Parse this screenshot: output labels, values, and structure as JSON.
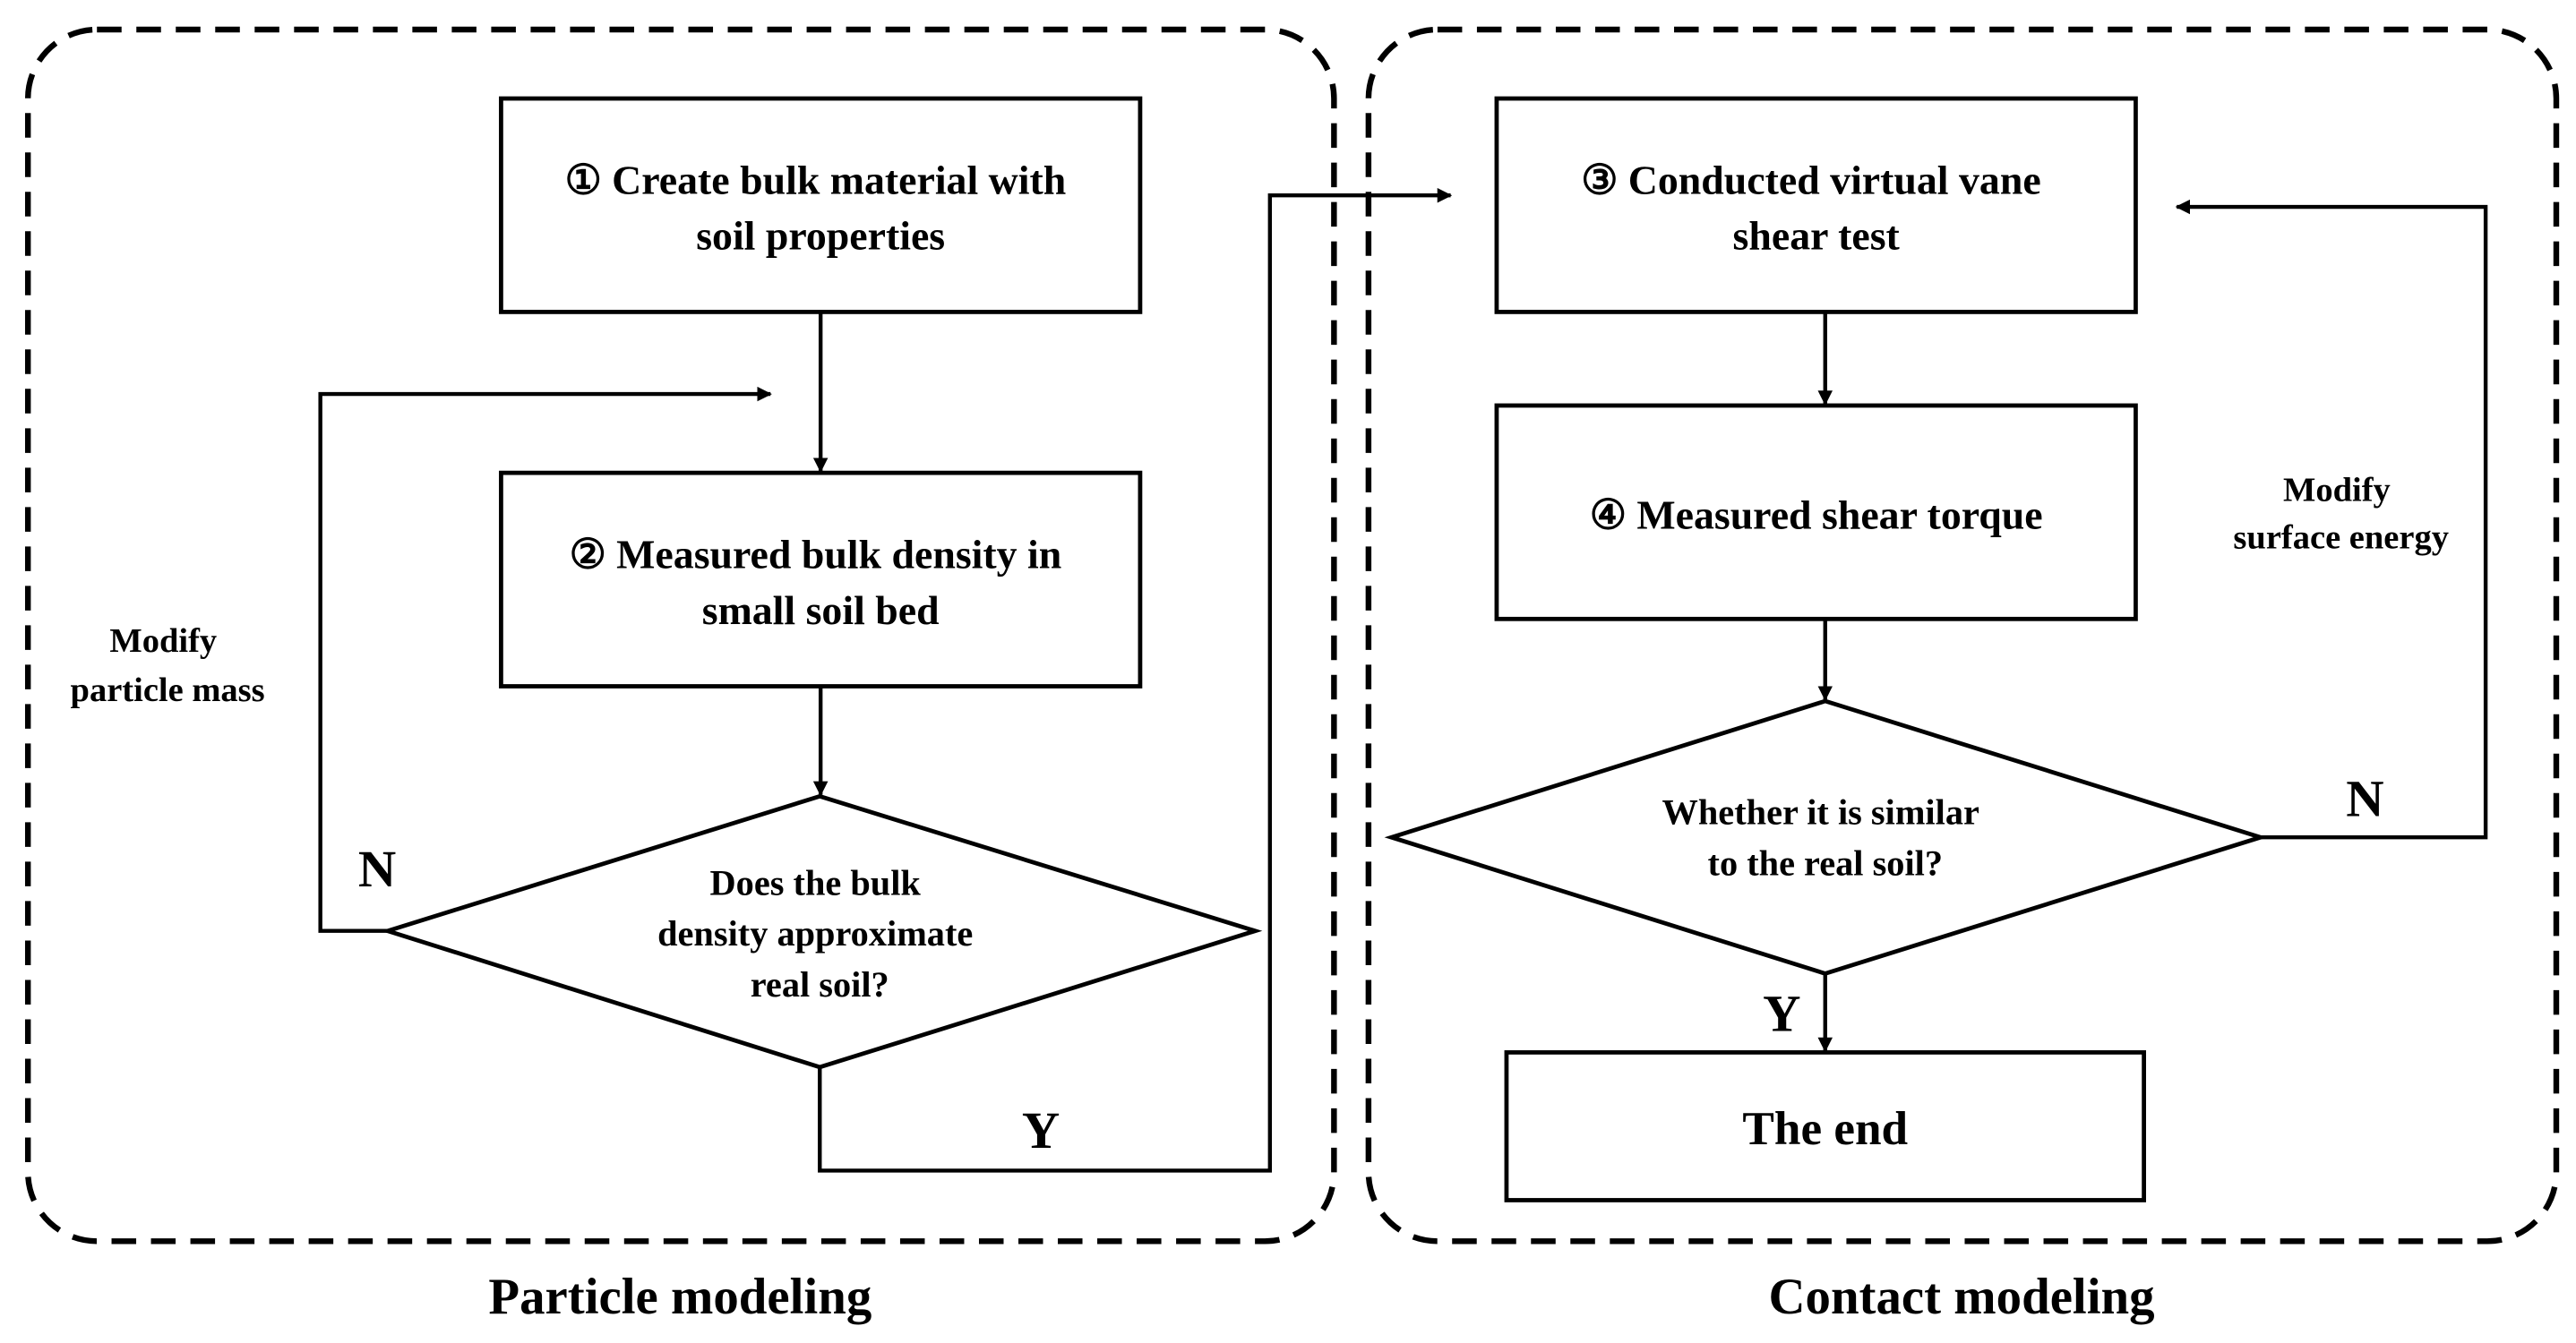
{
  "groups": {
    "particle": {
      "label": "Particle modeling"
    },
    "contact": {
      "label": "Contact modeling"
    }
  },
  "nodes": {
    "n1": {
      "lines": [
        "① Create bulk material with",
        "soil properties"
      ]
    },
    "n2": {
      "lines": [
        "② Measured bulk density in",
        "small soil bed"
      ]
    },
    "d1": {
      "lines": [
        "Does the bulk",
        "density approximate",
        "real soil?"
      ]
    },
    "n3": {
      "lines": [
        "③ Conducted virtual vane",
        "shear test"
      ]
    },
    "n4": {
      "lines": [
        "④ Measured shear torque"
      ]
    },
    "d2": {
      "lines": [
        "Whether it is similar",
        "to the real soil?"
      ]
    },
    "end": {
      "lines": [
        "The end"
      ]
    }
  },
  "edge_labels": {
    "d1_no": "N",
    "d1_yes": "Y",
    "d2_no": "N",
    "d2_yes": "Y",
    "modify_mass": [
      "Modify",
      "particle mass"
    ],
    "modify_energy": [
      "Modify",
      "surface energy"
    ]
  }
}
